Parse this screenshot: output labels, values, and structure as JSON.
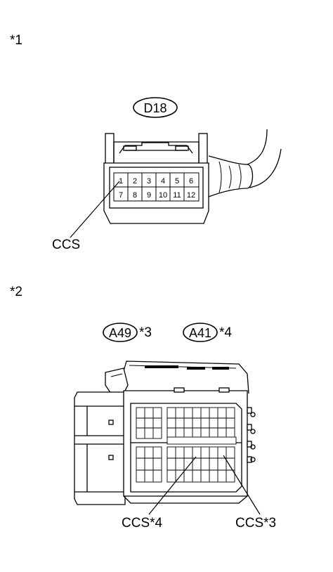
{
  "figure1": {
    "marker": "*1",
    "connector_code": "D18",
    "pins_row1": [
      "1",
      "2",
      "3",
      "4",
      "5",
      "6"
    ],
    "pins_row2": [
      "7",
      "8",
      "9",
      "10",
      "11",
      "12"
    ],
    "callout": "CCS"
  },
  "figure2": {
    "marker": "*2",
    "code_a": "A49",
    "code_a_note": "*3",
    "code_b": "A41",
    "code_b_note": "*4",
    "callout_left": "CCS*4",
    "callout_right": "CCS*3"
  }
}
